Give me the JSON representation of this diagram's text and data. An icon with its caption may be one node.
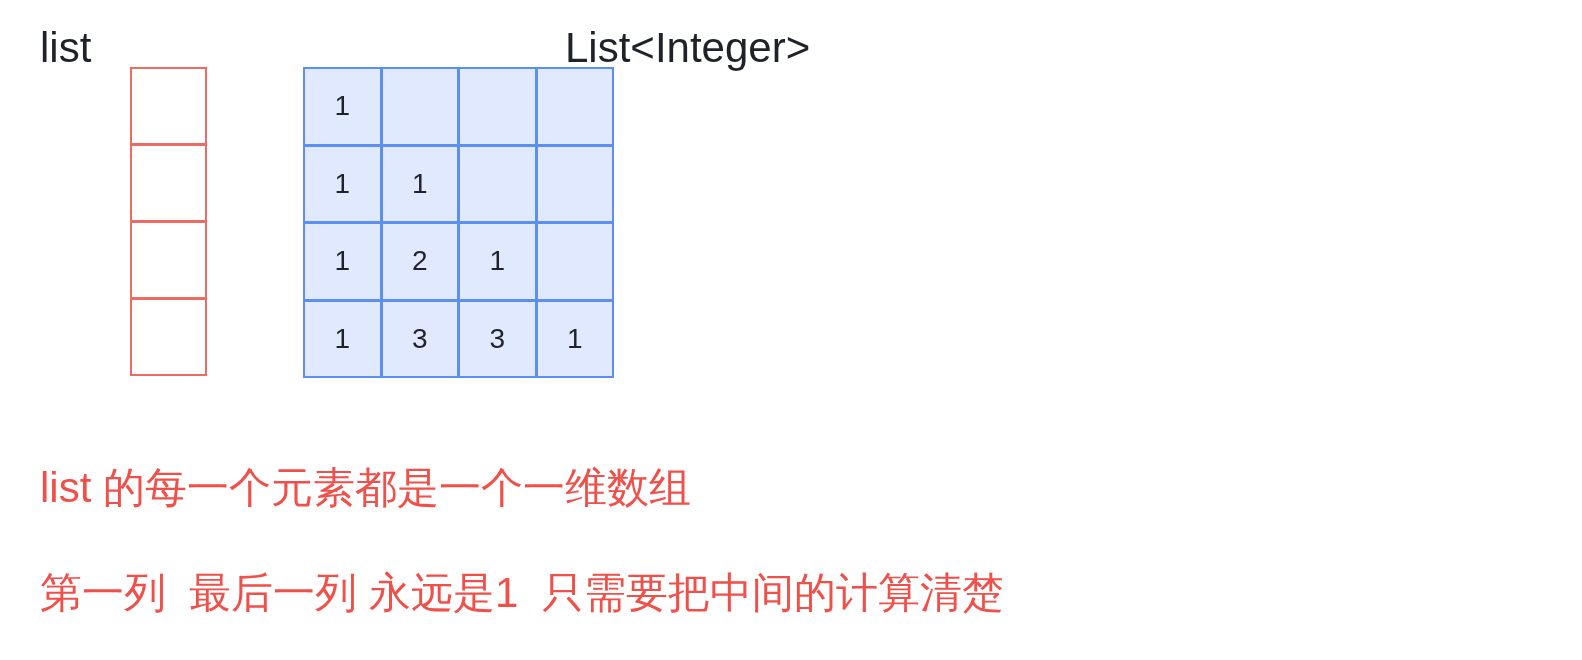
{
  "diagram": {
    "nodes": [
      {
        "text": [],
        "shape": "box"
      },
      {
        "text": [],
        "shape": "box"
      },
      {
        "text": [],
        "shape": "box"
      },
      {
        "text": [],
        "shape": "box"
      },
      {
        "text": [
          "1"
        ]
      },
      {
        "text": [],
        "shape": "box"
      },
      {
        "text": [],
        "shape": "box"
      },
      {
        "text": [],
        "shape": "box"
      },
      {
        "text": [
          "1"
        ]
      },
      {
        "text": [
          "1"
        ]
      },
      {
        "text": [],
        "shape": "box"
      },
      {
        "text": [],
        "shape": "box"
      },
      {
        "text": [
          "1"
        ]
      },
      {
        "text": [
          "2"
        ]
      },
      {
        "text": [
          "1"
        ]
      },
      {
        "text": [],
        "shape": "box"
      },
      {
        "text": [
          "1"
        ]
      },
      {
        "text": [
          "3"
        ]
      },
      {
        "text": [
          "3"
        ]
      },
      {
        "text": [
          "1"
        ]
      }
    ],
    "labels": [
      "list",
      "List<Integer>",
      "list 的每一个元素都是一个一维数组",
      "第一列  最后一列 永远是1  只需要把中间的计算清楚"
    ]
  }
}
